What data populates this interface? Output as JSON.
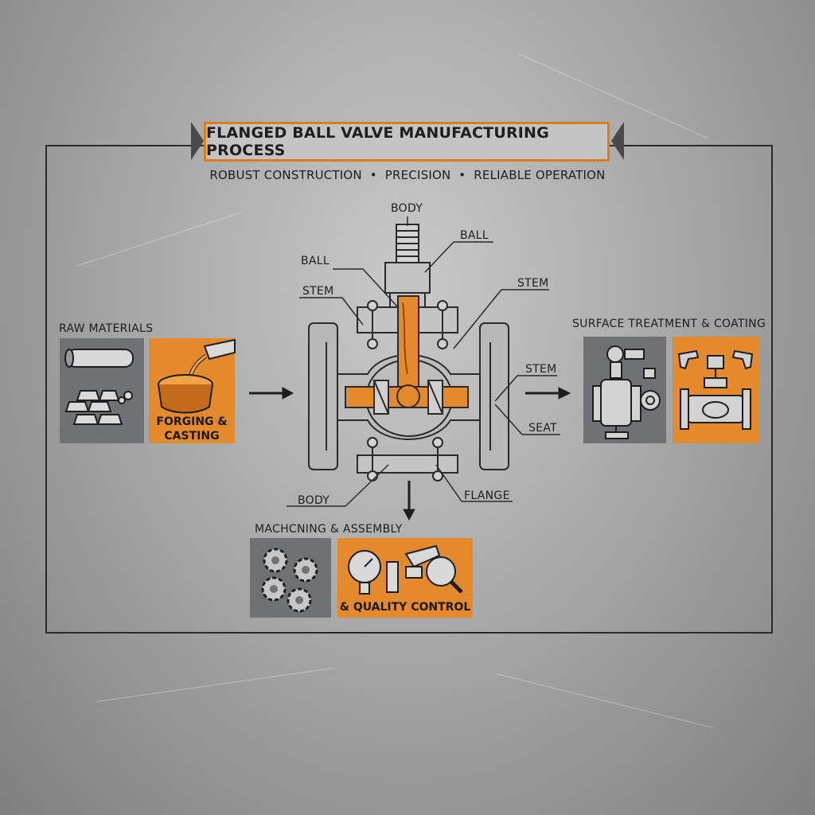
{
  "title": "FLANGED BALL VALVE MANUFACTURING PROCESS",
  "subtitle": "ROBUST CONSTRUCTION  •  PRECISION  •  RELIABLE OPERATION",
  "stages": {
    "raw_materials": "RAW MATERIALS",
    "forging_casting": [
      "FORGING &",
      "CASTING"
    ],
    "machining_assembly": "MACHCNING & ASSEMBLY",
    "quality_control": "& QUALITY CONTROL",
    "surface_treatment": "SURFACE TREATMENT & COATING"
  },
  "valve_labels": {
    "body_top": "BODY",
    "ball_right": "BALL",
    "ball_left": "BALL",
    "stem_left": "STEM",
    "stem_right_upper": "STEM",
    "stem_right_lower": "STEM",
    "seat": "SEAT",
    "body_bottom": "BODY",
    "flange": "FLANGE"
  },
  "colors": {
    "accent": "#e48a2c",
    "tile_gray": "#6f7175",
    "line": "#2a2a2a"
  }
}
